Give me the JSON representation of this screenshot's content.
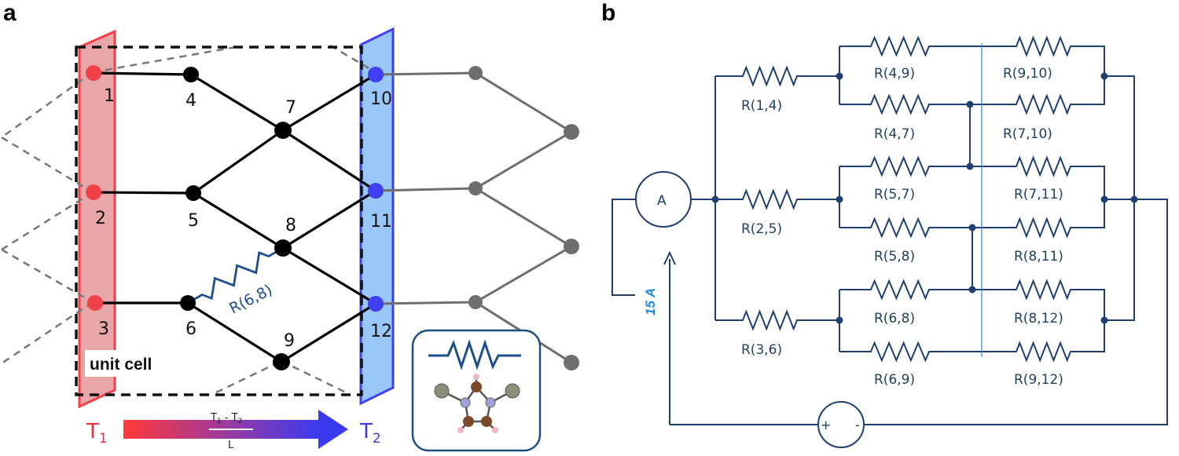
{
  "panels": {
    "a": "a",
    "b": "b"
  },
  "panel_a": {
    "nodes": [
      {
        "id": "1",
        "label": "1"
      },
      {
        "id": "2",
        "label": "2"
      },
      {
        "id": "3",
        "label": "3"
      },
      {
        "id": "4",
        "label": "4"
      },
      {
        "id": "5",
        "label": "5"
      },
      {
        "id": "6",
        "label": "6"
      },
      {
        "id": "7",
        "label": "7"
      },
      {
        "id": "8",
        "label": "8"
      },
      {
        "id": "9",
        "label": "9"
      },
      {
        "id": "10",
        "label": "10"
      },
      {
        "id": "11",
        "label": "11"
      },
      {
        "id": "12",
        "label": "12"
      }
    ],
    "edges": [
      [
        "1",
        "4"
      ],
      [
        "2",
        "5"
      ],
      [
        "3",
        "6"
      ],
      [
        "4",
        "7"
      ],
      [
        "5",
        "7"
      ],
      [
        "5",
        "8"
      ],
      [
        "6",
        "8"
      ],
      [
        "6",
        "9"
      ],
      [
        "7",
        "10"
      ],
      [
        "7",
        "11"
      ],
      [
        "8",
        "11"
      ],
      [
        "8",
        "12"
      ],
      [
        "9",
        "12"
      ]
    ],
    "resistor_label": "R(6,8)",
    "unit_cell_label": "unit cell",
    "t1_label": "T",
    "t1_sub": "1",
    "t2_label": "T",
    "t2_sub": "2",
    "gradient_numerator": "T",
    "gradient_num_sub1": "1",
    "gradient_num_mid": " - T",
    "gradient_num_sub2": "2",
    "gradient_denominator": "L",
    "colors": {
      "hot": "#f04048",
      "cold": "#4040f0",
      "hot_fill": "#e9a6a9",
      "cold_fill": "#99c8f8",
      "node": "#000000",
      "replica": "#6e6e6e",
      "resistor": "#1e4e8c"
    }
  },
  "panel_b": {
    "ammeter_label": "A",
    "current_label": "15 A",
    "resistors": [
      {
        "id": "r14",
        "label": "R(1,4)"
      },
      {
        "id": "r25",
        "label": "R(2,5)"
      },
      {
        "id": "r36",
        "label": "R(3,6)"
      },
      {
        "id": "r49",
        "label": "R(4,9)"
      },
      {
        "id": "r47",
        "label": "R(4,7)"
      },
      {
        "id": "r57",
        "label": "R(5,7)"
      },
      {
        "id": "r58",
        "label": "R(5,8)"
      },
      {
        "id": "r68",
        "label": "R(6,8)"
      },
      {
        "id": "r69",
        "label": "R(6,9)"
      },
      {
        "id": "r910",
        "label": "R(9,10)"
      },
      {
        "id": "r710",
        "label": "R(7,10)"
      },
      {
        "id": "r711",
        "label": "R(7,11)"
      },
      {
        "id": "r811",
        "label": "R(8,11)"
      },
      {
        "id": "r812",
        "label": "R(8,12)"
      },
      {
        "id": "r912",
        "label": "R(9,12)"
      }
    ],
    "battery_plus": "+",
    "battery_minus": "-",
    "colors": {
      "wire": "#1f3f6f",
      "divider": "#2f7fe0",
      "current": "#1e88e5"
    }
  }
}
